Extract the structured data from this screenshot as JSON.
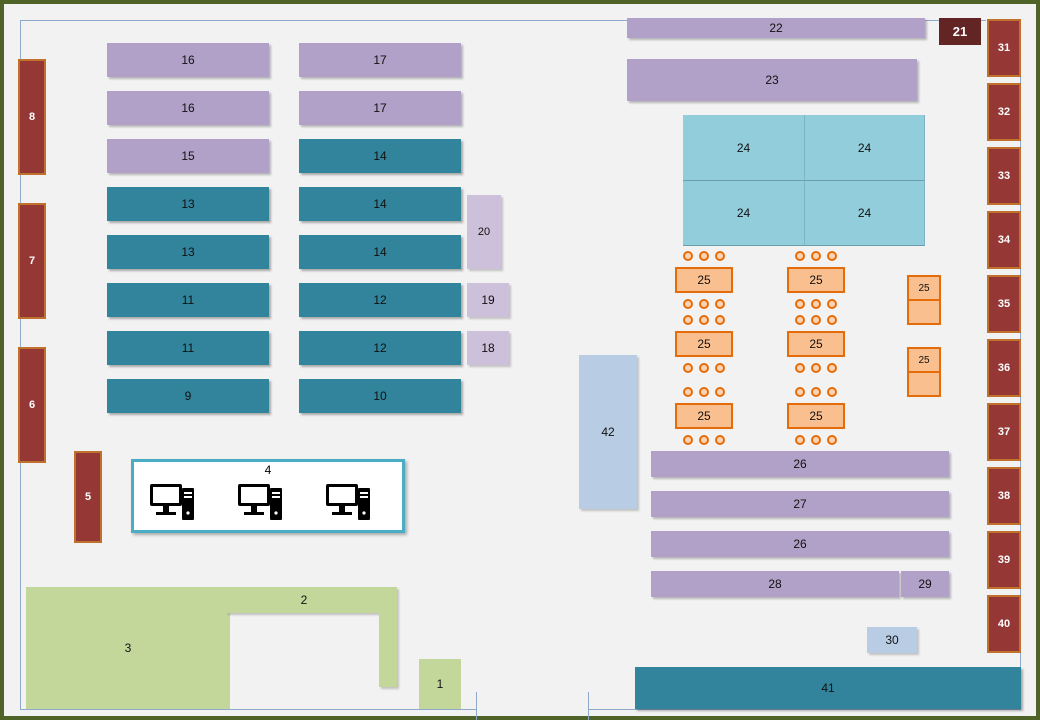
{
  "blocks": {
    "b1": "1",
    "b2": "2",
    "b3": "3",
    "b4": "4",
    "b5": "5",
    "b6": "6",
    "b7": "7",
    "b8": "8",
    "b9": "9",
    "b10": "10",
    "b11": "11",
    "b12": "12",
    "b13": "13",
    "b14": "14",
    "b15": "15",
    "b16": "16",
    "b17": "17",
    "b18": "18",
    "b19": "19",
    "b20": "20",
    "b21": "21",
    "b22": "22",
    "b23": "23",
    "b24": "24",
    "b25": "25",
    "b26": "26",
    "b27": "27",
    "b28": "28",
    "b29": "29",
    "b30": "30",
    "b31": "31",
    "b32": "32",
    "b33": "33",
    "b34": "34",
    "b35": "35",
    "b36": "36",
    "b37": "37",
    "b38": "38",
    "b39": "39",
    "b40": "40",
    "b41": "41",
    "b42": "42"
  },
  "icons": {
    "workstation": "computer-workstation-icon",
    "seat": "chair-circle-icon"
  },
  "colors": {
    "frame": "#4f6228",
    "lavender": "#b1a0c7",
    "teal": "#31849b",
    "light_blue": "#92cddc",
    "pale_blue": "#b8cce4",
    "green": "#c4d79b",
    "maroon": "#953735",
    "orange": "#fabf8f",
    "orange_border": "#e46c0a"
  }
}
